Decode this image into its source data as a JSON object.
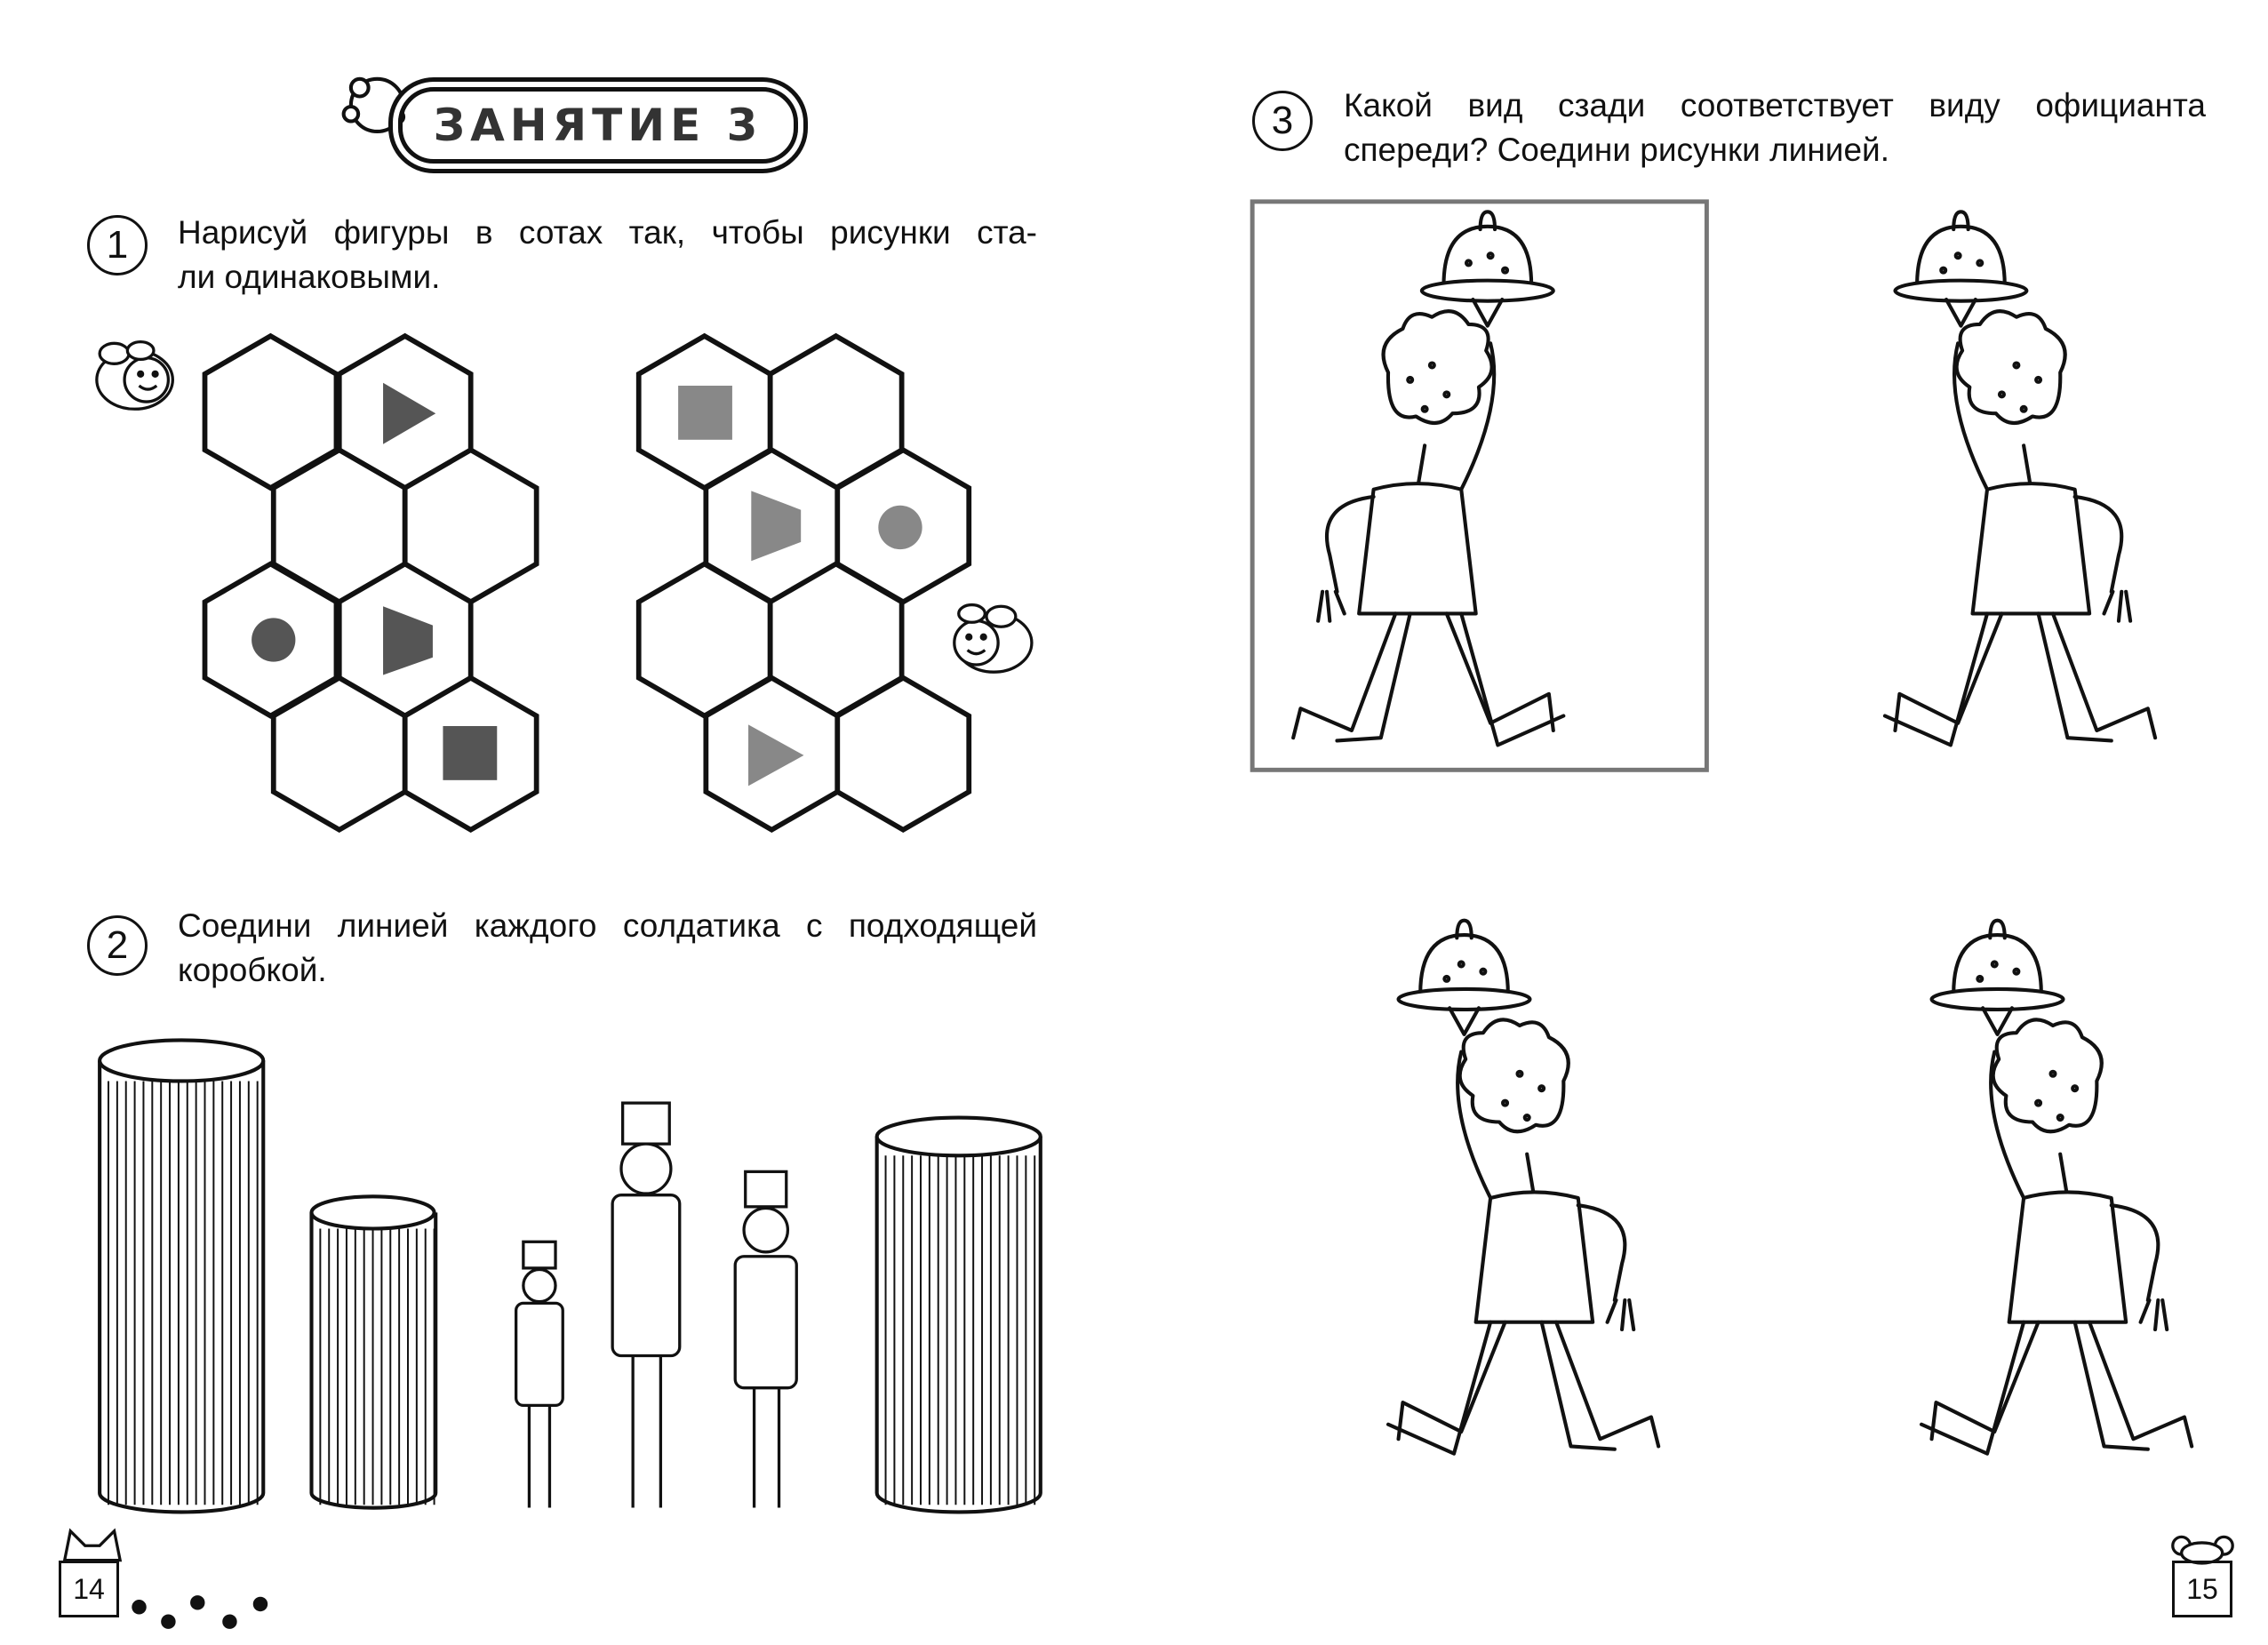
{
  "header": {
    "title": "ЗАНЯТИЕ 3"
  },
  "tasks": [
    {
      "number": "1",
      "line1": "Нарисуй фигуры в сотах так, чтобы рисунки ста-",
      "line2": "ли одинаковыми."
    },
    {
      "number": "2",
      "line1": "Соедини линией каждого солдатика с подходящей",
      "line2": "коробкой."
    },
    {
      "number": "3",
      "line1": "Какой вид сзади соответствует виду официанта",
      "line2": "спереди? Соедини рисунки линией."
    }
  ],
  "pages": {
    "left": "14",
    "right": "15"
  },
  "colors": {
    "dark_shape": "#555555",
    "light_shape": "#888888",
    "frame": "#777777"
  }
}
